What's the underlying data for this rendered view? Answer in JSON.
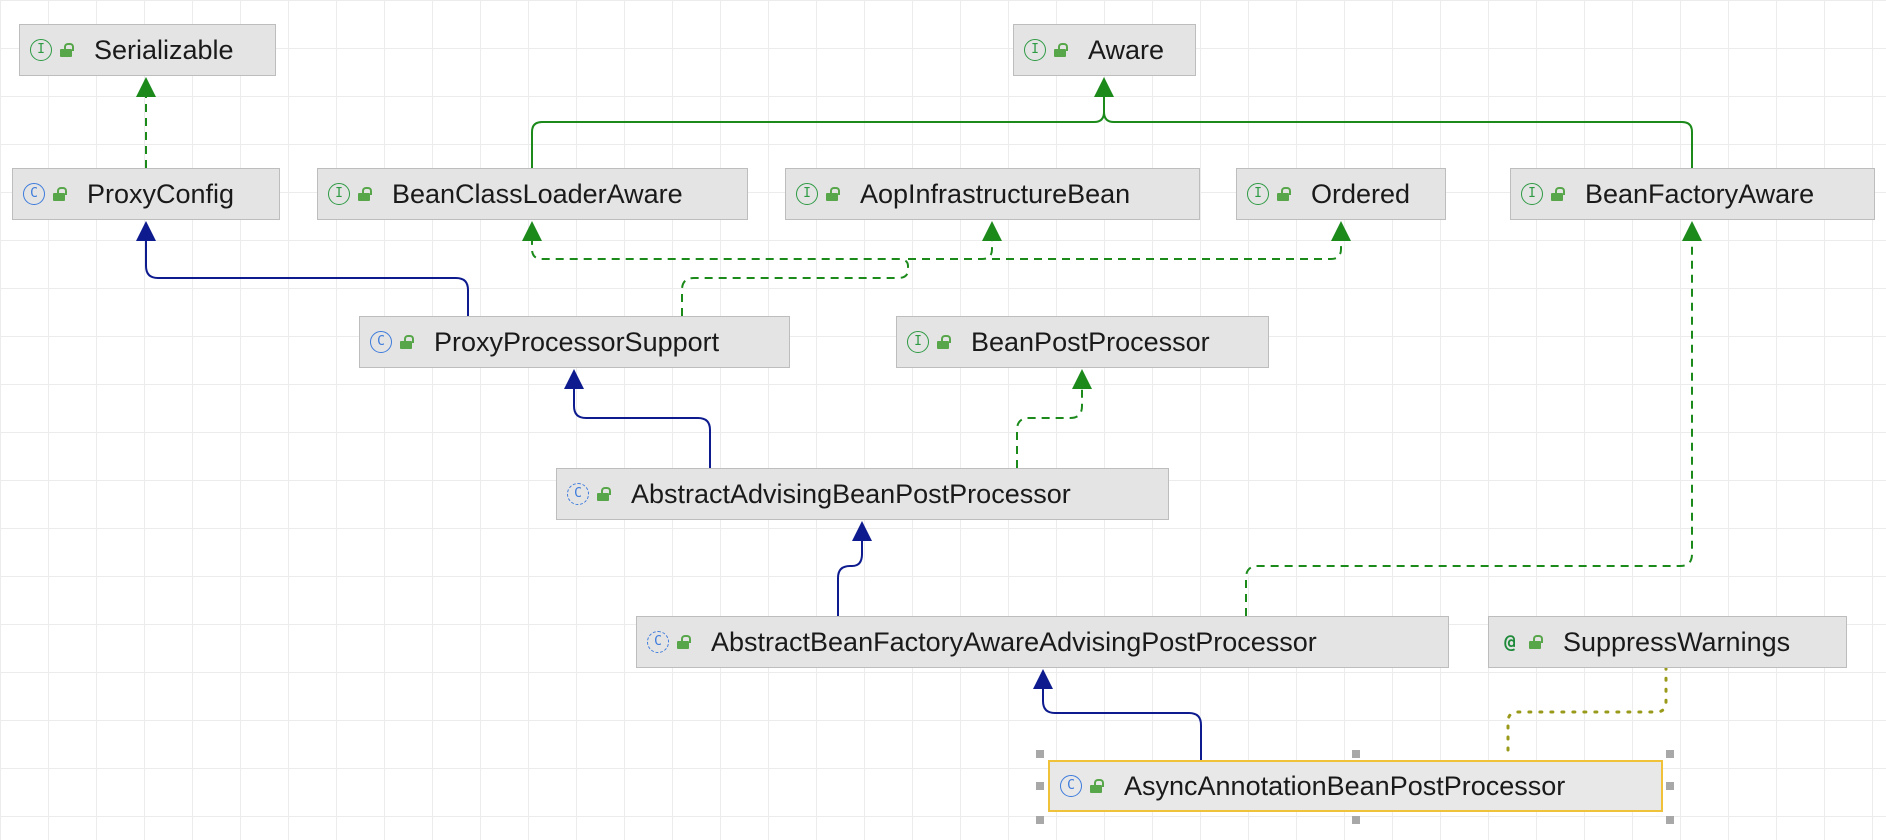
{
  "nodes": [
    {
      "id": "serializable",
      "kind": "interface",
      "kind_glyph": "I",
      "label": "Serializable"
    },
    {
      "id": "aware",
      "kind": "interface",
      "kind_glyph": "I",
      "label": "Aware"
    },
    {
      "id": "proxy-config",
      "kind": "class",
      "kind_glyph": "C",
      "label": "ProxyConfig"
    },
    {
      "id": "bean-class-loader-aware",
      "kind": "interface",
      "kind_glyph": "I",
      "label": "BeanClassLoaderAware"
    },
    {
      "id": "aop-infrastructure-bean",
      "kind": "interface",
      "kind_glyph": "I",
      "label": "AopInfrastructureBean"
    },
    {
      "id": "ordered",
      "kind": "interface",
      "kind_glyph": "I",
      "label": "Ordered"
    },
    {
      "id": "bean-factory-aware",
      "kind": "interface",
      "kind_glyph": "I",
      "label": "BeanFactoryAware"
    },
    {
      "id": "proxy-processor-support",
      "kind": "class",
      "kind_glyph": "C",
      "label": "ProxyProcessorSupport"
    },
    {
      "id": "bean-post-processor",
      "kind": "interface",
      "kind_glyph": "I",
      "label": "BeanPostProcessor"
    },
    {
      "id": "abstract-advising-bean-post-processor",
      "kind": "abstract",
      "kind_glyph": "C",
      "label": "AbstractAdvisingBeanPostProcessor"
    },
    {
      "id": "abstract-bean-factory-aware-advising-post-processor",
      "kind": "abstract",
      "kind_glyph": "C",
      "label": "AbstractBeanFactoryAwareAdvisingPostProcessor"
    },
    {
      "id": "suppress-warnings",
      "kind": "annotation",
      "kind_glyph": "@",
      "label": "SuppressWarnings"
    },
    {
      "id": "async-annotation-bean-post-processor",
      "kind": "class",
      "kind_glyph": "C",
      "label": "AsyncAnnotationBeanPostProcessor",
      "selected": true
    }
  ],
  "edges": [
    {
      "from": "proxy-config",
      "to": "serializable",
      "type": "implements"
    },
    {
      "from": "bean-class-loader-aware",
      "to": "aware",
      "type": "extends-interface"
    },
    {
      "from": "bean-factory-aware",
      "to": "aware",
      "type": "extends-interface"
    },
    {
      "from": "proxy-processor-support",
      "to": "proxy-config",
      "type": "extends"
    },
    {
      "from": "proxy-processor-support",
      "to": "bean-class-loader-aware",
      "type": "implements"
    },
    {
      "from": "proxy-processor-support",
      "to": "aop-infrastructure-bean",
      "type": "implements"
    },
    {
      "from": "proxy-processor-support",
      "to": "ordered",
      "type": "implements"
    },
    {
      "from": "abstract-advising-bean-post-processor",
      "to": "proxy-processor-support",
      "type": "extends"
    },
    {
      "from": "abstract-advising-bean-post-processor",
      "to": "bean-post-processor",
      "type": "implements"
    },
    {
      "from": "abstract-bean-factory-aware-advising-post-processor",
      "to": "abstract-advising-bean-post-processor",
      "type": "extends"
    },
    {
      "from": "abstract-bean-factory-aware-advising-post-processor",
      "to": "bean-factory-aware",
      "type": "implements"
    },
    {
      "from": "async-annotation-bean-post-processor",
      "to": "abstract-bean-factory-aware-advising-post-processor",
      "type": "extends"
    },
    {
      "from": "async-annotation-bean-post-processor",
      "to": "suppress-warnings",
      "type": "annotated"
    }
  ],
  "colors": {
    "extends": "#0d1b8e",
    "implements": "#1b8a1b",
    "annotated": "#9a9a1a",
    "selection": "#f0c239"
  }
}
